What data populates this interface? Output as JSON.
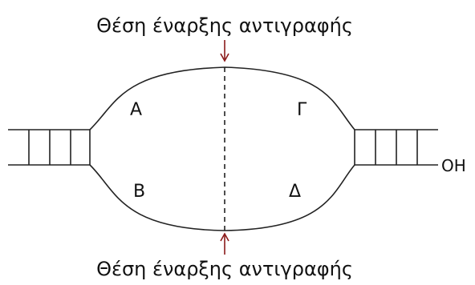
{
  "diagram": {
    "top_caption": "Θέση έναρξης αντιγραφής",
    "bottom_caption": "Θέση έναρξης αντιγραφής",
    "strand_labels": {
      "a": "Α",
      "b": "Β",
      "c": "Γ",
      "d": "Δ"
    },
    "end_label": "OH",
    "colors": {
      "line": "#222222",
      "arrow": "#8b1a1a",
      "text": "#111111"
    }
  }
}
